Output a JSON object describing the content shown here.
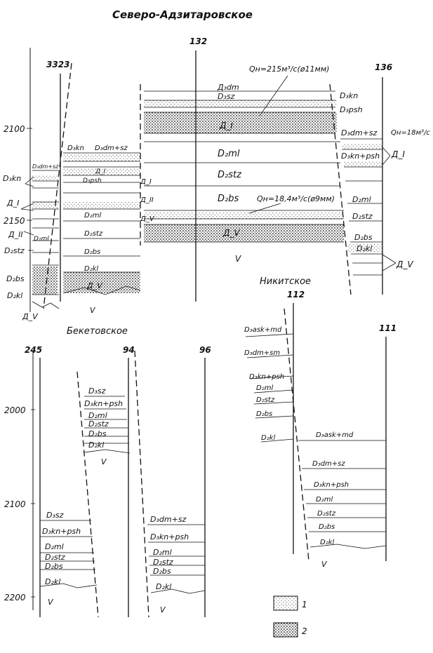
{
  "fields": {
    "north": {
      "title": "Северо-Адзитаровское"
    },
    "beketov": {
      "title": "Бекетовское"
    },
    "nikit": {
      "title": "Никитское"
    }
  },
  "wells": [
    {
      "id": "w3323",
      "label": "3323"
    },
    {
      "id": "w132",
      "label": "132"
    },
    {
      "id": "w136",
      "label": "136"
    },
    {
      "id": "w245",
      "label": "245"
    },
    {
      "id": "w94",
      "label": "94"
    },
    {
      "id": "w96",
      "label": "96"
    },
    {
      "id": "w112",
      "label": "112"
    },
    {
      "id": "w111",
      "label": "111"
    }
  ],
  "depths": [
    "2100",
    "2150",
    "2000",
    "2100",
    "2200"
  ],
  "flows": [
    "Qн=215м³/с(ø11мм)",
    "Qн=18м³/с",
    "Qн=18,4м³/с(ø9мм)"
  ],
  "layers_north": [
    "D₃kn",
    "D₃dm+sz",
    "Д_I",
    "Д_II",
    "D₂stz",
    "D₂bs",
    "D₂kl",
    "Д_V",
    "D₂ml",
    "D₃kn",
    "D₃dm+sz",
    "Д_I",
    "D₃psh",
    "Д_I",
    "Д_II",
    "D₂ml",
    "D₂stz",
    "D₂bs",
    "D₂kl",
    "Д_V",
    "V",
    "Д₃dm",
    "D₃sz",
    "D₃kn",
    "D₃psh",
    "Д_I",
    "D₂ml",
    "D₂stz",
    "D₂bs",
    "Д_V",
    "Д_V",
    "V",
    "D₃dm+sz",
    "D₃kn+psh",
    "Д_I",
    "D₂ml",
    "D₂stz",
    "D₂bs",
    "D₂kl",
    "Д_V"
  ],
  "layers_beketov": [
    "D₃sz",
    "D₃kn+psh",
    "D₂ml",
    "D₂stz",
    "D₂bs",
    "D₂kl",
    "V",
    "D₃sz",
    "D₃kn+psh",
    "D₂ml",
    "D₂stz",
    "D₂bs",
    "D₂kl",
    "V",
    "D₃dm+sz",
    "D₃kn+psh",
    "D₂ml",
    "D₂stz",
    "D₂bs",
    "D₂kl",
    "V"
  ],
  "layers_nikit": [
    "D₃ask+md",
    "D₃dm+sm",
    "D₃kn+psh",
    "D₂ml",
    "D₂stz",
    "D₂bs",
    "D₂kl",
    "D₃ask+md",
    "D₃dm+sz",
    "D₃kn+psh",
    "D₂ml",
    "D₂stz",
    "D₂bs",
    "D₂kl",
    "V"
  ],
  "legend": [
    "1",
    "2"
  ]
}
